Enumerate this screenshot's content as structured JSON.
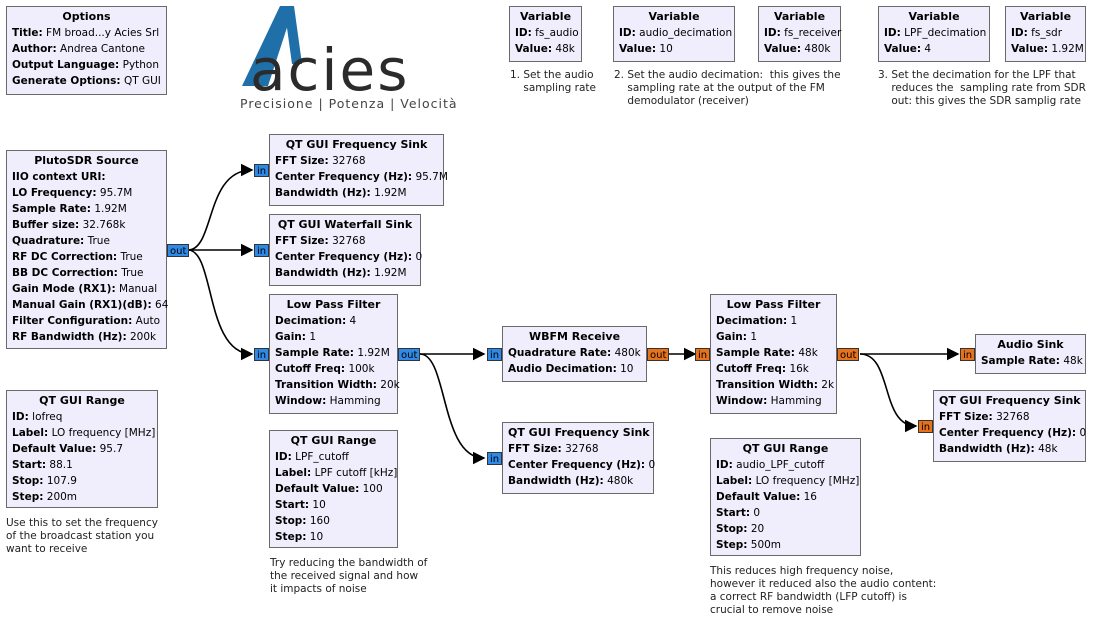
{
  "logo": {
    "wordmark": "acies",
    "tagline": "Precisione | Potenza | Velocità",
    "colors": {
      "blue": "#1f6fa8",
      "gray": "#2b2b2b"
    }
  },
  "blocks": {
    "options": {
      "title": "Options",
      "rows": [
        {
          "k": "Title:",
          "v": "FM broad...y Acies Srl"
        },
        {
          "k": "Author:",
          "v": "Andrea Cantone"
        },
        {
          "k": "Output Language:",
          "v": "Python"
        },
        {
          "k": "Generate Options:",
          "v": "QT GUI"
        }
      ]
    },
    "var_fs_audio": {
      "title": "Variable",
      "rows": [
        {
          "k": "ID:",
          "v": "fs_audio"
        },
        {
          "k": "Value:",
          "v": "48k"
        }
      ]
    },
    "var_audio_dec": {
      "title": "Variable",
      "rows": [
        {
          "k": "ID:",
          "v": "audio_decimation"
        },
        {
          "k": "Value:",
          "v": "10"
        }
      ]
    },
    "var_fs_receiver": {
      "title": "Variable",
      "rows": [
        {
          "k": "ID:",
          "v": "fs_receiver"
        },
        {
          "k": "Value:",
          "v": "480k"
        }
      ]
    },
    "var_lpf_dec": {
      "title": "Variable",
      "rows": [
        {
          "k": "ID:",
          "v": "LPF_decimation"
        },
        {
          "k": "Value:",
          "v": "4"
        }
      ]
    },
    "var_fs_sdr": {
      "title": "Variable",
      "rows": [
        {
          "k": "ID:",
          "v": "fs_sdr"
        },
        {
          "k": "Value:",
          "v": "1.92M"
        }
      ]
    },
    "pluto": {
      "title": "PlutoSDR Source",
      "rows": [
        {
          "k": "IIO context URI:",
          "v": ""
        },
        {
          "k": "LO Frequency:",
          "v": "95.7M"
        },
        {
          "k": "Sample Rate:",
          "v": "1.92M"
        },
        {
          "k": "Buffer size:",
          "v": "32.768k"
        },
        {
          "k": "Quadrature:",
          "v": "True"
        },
        {
          "k": "RF DC Correction:",
          "v": "True"
        },
        {
          "k": "BB DC Correction:",
          "v": "True"
        },
        {
          "k": "Gain Mode (RX1):",
          "v": "Manual"
        },
        {
          "k": "Manual Gain (RX1)(dB):",
          "v": "64"
        },
        {
          "k": "Filter Configuration:",
          "v": "Auto"
        },
        {
          "k": "RF Bandwidth (Hz):",
          "v": "200k"
        }
      ]
    },
    "freq_sink_1": {
      "title": "QT GUI Frequency Sink",
      "rows": [
        {
          "k": "FFT Size:",
          "v": "32768"
        },
        {
          "k": "Center Frequency (Hz):",
          "v": "95.7M"
        },
        {
          "k": "Bandwidth (Hz):",
          "v": "1.92M"
        }
      ]
    },
    "waterfall": {
      "title": "QT GUI Waterfall Sink",
      "rows": [
        {
          "k": "FFT Size:",
          "v": "32768"
        },
        {
          "k": "Center Frequency (Hz):",
          "v": "0"
        },
        {
          "k": "Bandwidth (Hz):",
          "v": "1.92M"
        }
      ]
    },
    "lpf_1": {
      "title": "Low Pass Filter",
      "rows": [
        {
          "k": "Decimation:",
          "v": "4"
        },
        {
          "k": "Gain:",
          "v": "1"
        },
        {
          "k": "Sample Rate:",
          "v": "1.92M"
        },
        {
          "k": "Cutoff Freq:",
          "v": "100k"
        },
        {
          "k": "Transition Width:",
          "v": "20k"
        },
        {
          "k": "Window:",
          "v": "Hamming"
        }
      ]
    },
    "wbfm": {
      "title": "WBFM Receive",
      "rows": [
        {
          "k": "Quadrature Rate:",
          "v": "480k"
        },
        {
          "k": "Audio Decimation:",
          "v": "10"
        }
      ]
    },
    "freq_sink_2": {
      "title": "QT GUI Frequency Sink",
      "rows": [
        {
          "k": "FFT Size:",
          "v": "32768"
        },
        {
          "k": "Center Frequency (Hz):",
          "v": "0"
        },
        {
          "k": "Bandwidth (Hz):",
          "v": "480k"
        }
      ]
    },
    "lpf_2": {
      "title": "Low Pass Filter",
      "rows": [
        {
          "k": "Decimation:",
          "v": "1"
        },
        {
          "k": "Gain:",
          "v": "1"
        },
        {
          "k": "Sample Rate:",
          "v": "48k"
        },
        {
          "k": "Cutoff Freq:",
          "v": "16k"
        },
        {
          "k": "Transition Width:",
          "v": "2k"
        },
        {
          "k": "Window:",
          "v": "Hamming"
        }
      ]
    },
    "audio_sink": {
      "title": "Audio Sink",
      "rows": [
        {
          "k": "Sample Rate:",
          "v": "48k"
        }
      ]
    },
    "freq_sink_3": {
      "title": "QT GUI Frequency Sink",
      "rows": [
        {
          "k": "FFT Size:",
          "v": "32768"
        },
        {
          "k": "Center Frequency (Hz):",
          "v": "0"
        },
        {
          "k": "Bandwidth (Hz):",
          "v": "48k"
        }
      ]
    },
    "range_lofreq": {
      "title": "QT GUI Range",
      "rows": [
        {
          "k": "ID:",
          "v": "lofreq"
        },
        {
          "k": "Label:",
          "v": "LO frequency [MHz]"
        },
        {
          "k": "Default Value:",
          "v": "95.7"
        },
        {
          "k": "Start:",
          "v": "88.1"
        },
        {
          "k": "Stop:",
          "v": "107.9"
        },
        {
          "k": "Step:",
          "v": "200m"
        }
      ]
    },
    "range_lpf": {
      "title": "QT GUI Range",
      "rows": [
        {
          "k": "ID:",
          "v": "LPF_cutoff"
        },
        {
          "k": "Label:",
          "v": "LPF cutoff [kHz]"
        },
        {
          "k": "Default Value:",
          "v": "100"
        },
        {
          "k": "Start:",
          "v": "10"
        },
        {
          "k": "Stop:",
          "v": "160"
        },
        {
          "k": "Step:",
          "v": "10"
        }
      ]
    },
    "range_audio": {
      "title": "QT GUI Range",
      "rows": [
        {
          "k": "ID:",
          "v": "audio_LPF_cutoff"
        },
        {
          "k": "Label:",
          "v": "LO frequency [MHz]"
        },
        {
          "k": "Default Value:",
          "v": "16"
        },
        {
          "k": "Start:",
          "v": "0"
        },
        {
          "k": "Stop:",
          "v": "20"
        },
        {
          "k": "Step:",
          "v": "500m"
        }
      ]
    }
  },
  "ports": {
    "in": "in",
    "out": "out",
    "colors": {
      "complex": "#2e8ae6",
      "float": "#e8721c"
    }
  },
  "notes": {
    "n1": "1. Set the audio\n    sampling rate",
    "n2": "2. Set the audio decimation:  this gives the\n    sampling rate at the output of the FM\n    demodulator (receiver)",
    "n3": "3. Set the decimation for the LPF that\n    reduces the  sampling rate from SDR\n    out: this gives the SDR samplig rate",
    "n_lofreq": "Use this to set the frequency\nof the broadcast station you\nwant to receive",
    "n_lpf": "Try reducing the bandwidth of\nthe received signal and how\nit impacts of noise",
    "n_audio": "This reduces high frequency noise,\nhowever it reduced also the audio content:\na correct RF bandwidth (LFP cutoff) is\ncrucial to remove noise"
  }
}
